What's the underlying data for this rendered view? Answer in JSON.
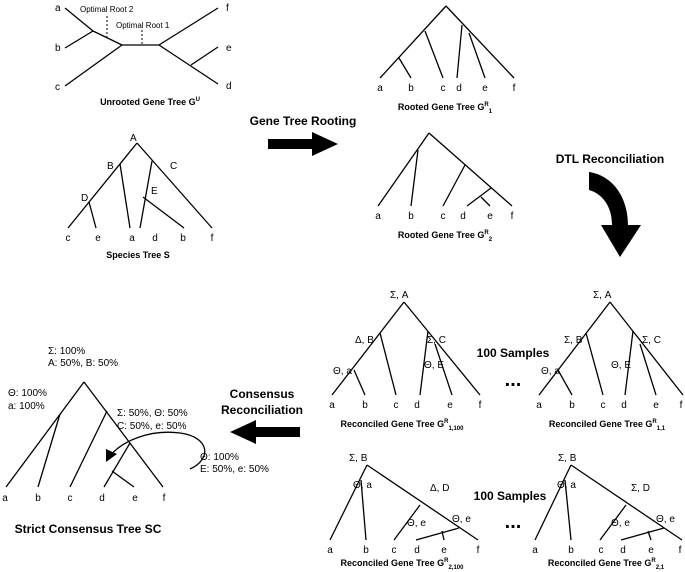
{
  "unrooted": {
    "leaves": [
      "a",
      "b",
      "c",
      "f",
      "e",
      "d"
    ],
    "root1": "Optimal Root 1",
    "root2": "Optimal Root 2",
    "caption": "Unrooted Gene Tree G",
    "caption_sup": "U"
  },
  "species": {
    "internal": [
      "A",
      "B",
      "C",
      "D",
      "E"
    ],
    "leaves": [
      "c",
      "e",
      "a",
      "d",
      "b",
      "f"
    ],
    "caption": "Species Tree S"
  },
  "rooted1": {
    "leaves": [
      "a",
      "b",
      "c",
      "d",
      "e",
      "f"
    ],
    "caption": "Rooted Gene Tree G",
    "sup": "R",
    "sub": "1"
  },
  "rooted2": {
    "leaves": [
      "a",
      "b",
      "c",
      "d",
      "e",
      "f"
    ],
    "caption": "Rooted Gene Tree G",
    "sup": "R",
    "sub": "2"
  },
  "steps": {
    "rooting": "Gene Tree Rooting",
    "dtl": "DTL Reconciliation",
    "consensus_line1": "Consensus",
    "consensus_line2": "Reconciliation"
  },
  "samples": {
    "label": "100 Samples",
    "ellipsis": "..."
  },
  "rec_1_100": {
    "events": [
      "Σ, A",
      "Δ, B",
      "Σ, C",
      "Θ, a",
      "Θ, E"
    ],
    "leaves": [
      "a",
      "b",
      "c",
      "d",
      "e",
      "f"
    ],
    "caption": "Reconciled Gene Tree G",
    "sup": "R",
    "sub": "1,100"
  },
  "rec_1_1": {
    "events": [
      "Σ, A",
      "Σ, B",
      "Σ, C",
      "Θ, a",
      "Θ, E"
    ],
    "leaves": [
      "a",
      "b",
      "c",
      "d",
      "e",
      "f"
    ],
    "caption": "Reconciled Gene Tree G",
    "sup": "R",
    "sub": "1,1"
  },
  "rec_2_100": {
    "events": [
      "Σ, B",
      "Θ, a",
      "Δ, D",
      "Θ, e",
      "Θ, e"
    ],
    "leaves": [
      "a",
      "b",
      "c",
      "d",
      "e",
      "f"
    ],
    "caption": "Reconciled Gene Tree G",
    "sup": "R",
    "sub": "2,100"
  },
  "rec_2_1": {
    "events": [
      "Σ, B",
      "Θ, a",
      "Σ, D",
      "Θ, e",
      "Θ, e"
    ],
    "leaves": [
      "a",
      "b",
      "c",
      "d",
      "e",
      "f"
    ],
    "caption": "Reconciled Gene Tree G",
    "sup": "R",
    "sub": "2,1"
  },
  "consensus": {
    "root_line1": "Σ: 100%",
    "root_line2": "A: 50%, B: 50%",
    "left_line1": "Θ: 100%",
    "left_line2": "a: 100%",
    "right_line1": "Σ: 50%, Θ: 50%",
    "right_line2": "C: 50%, e: 50%",
    "inner_line1": "Θ: 100%",
    "inner_line2": "E: 50%, e: 50%",
    "leaves": [
      "a",
      "b",
      "c",
      "d",
      "e",
      "f"
    ],
    "caption": "Strict Consensus Tree SC"
  }
}
